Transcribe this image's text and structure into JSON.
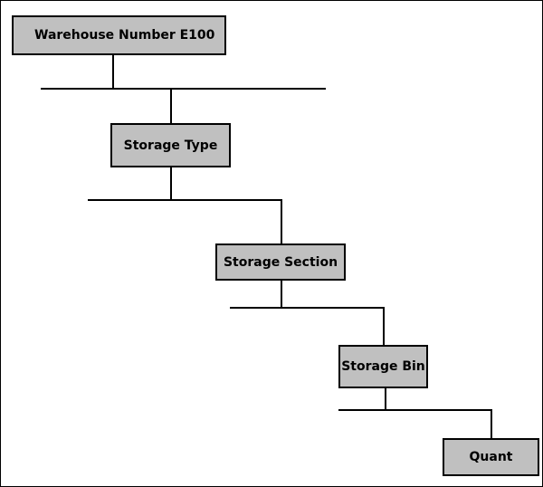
{
  "diagram": {
    "nodes": [
      {
        "id": "warehouse",
        "label": "Warehouse Number E100"
      },
      {
        "id": "storage_type",
        "label": "Storage Type"
      },
      {
        "id": "storage_section",
        "label": "Storage Section"
      },
      {
        "id": "storage_bin",
        "label": "Storage Bin"
      },
      {
        "id": "quant",
        "label": "Quant"
      }
    ],
    "colors": {
      "box_fill": "#c0c0c0",
      "border": "#000000",
      "lines": "#000000"
    }
  }
}
